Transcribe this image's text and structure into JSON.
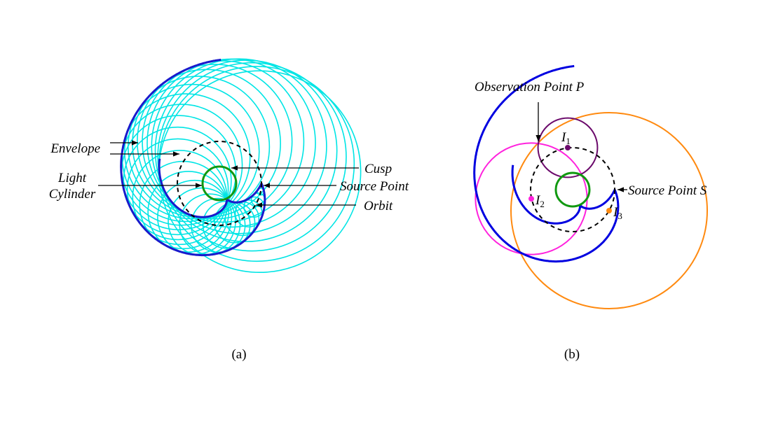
{
  "figure": {
    "panel_a": {
      "caption": "(a)",
      "labels": {
        "envelope": "Envelope",
        "light_cylinder_line1": "Light",
        "light_cylinder_line2": "Cylinder",
        "cusp": "Cusp",
        "source_point": "Source Point",
        "orbit": "Orbit"
      }
    },
    "panel_b": {
      "caption": "(b)",
      "labels": {
        "observation_point": "Observation Point P",
        "source_point": "Source Point S",
        "i1": "I",
        "i1_sub": "1",
        "i2": "I",
        "i2_sub": "2",
        "i3": "I",
        "i3_sub": "3"
      }
    },
    "colors": {
      "wavefront": "#00e5e5",
      "envelope": "#0000e0",
      "envelope_a": "#1a1acc",
      "light_cylinder": "#119911",
      "orbit": "#000000",
      "i1": "#6b0a6b",
      "i2": "#ff22dd",
      "i3": "#ff8a10"
    },
    "model": {
      "orbit_to_light_cylinder_ratio": 2.5,
      "wavefront_count": 30
    }
  }
}
